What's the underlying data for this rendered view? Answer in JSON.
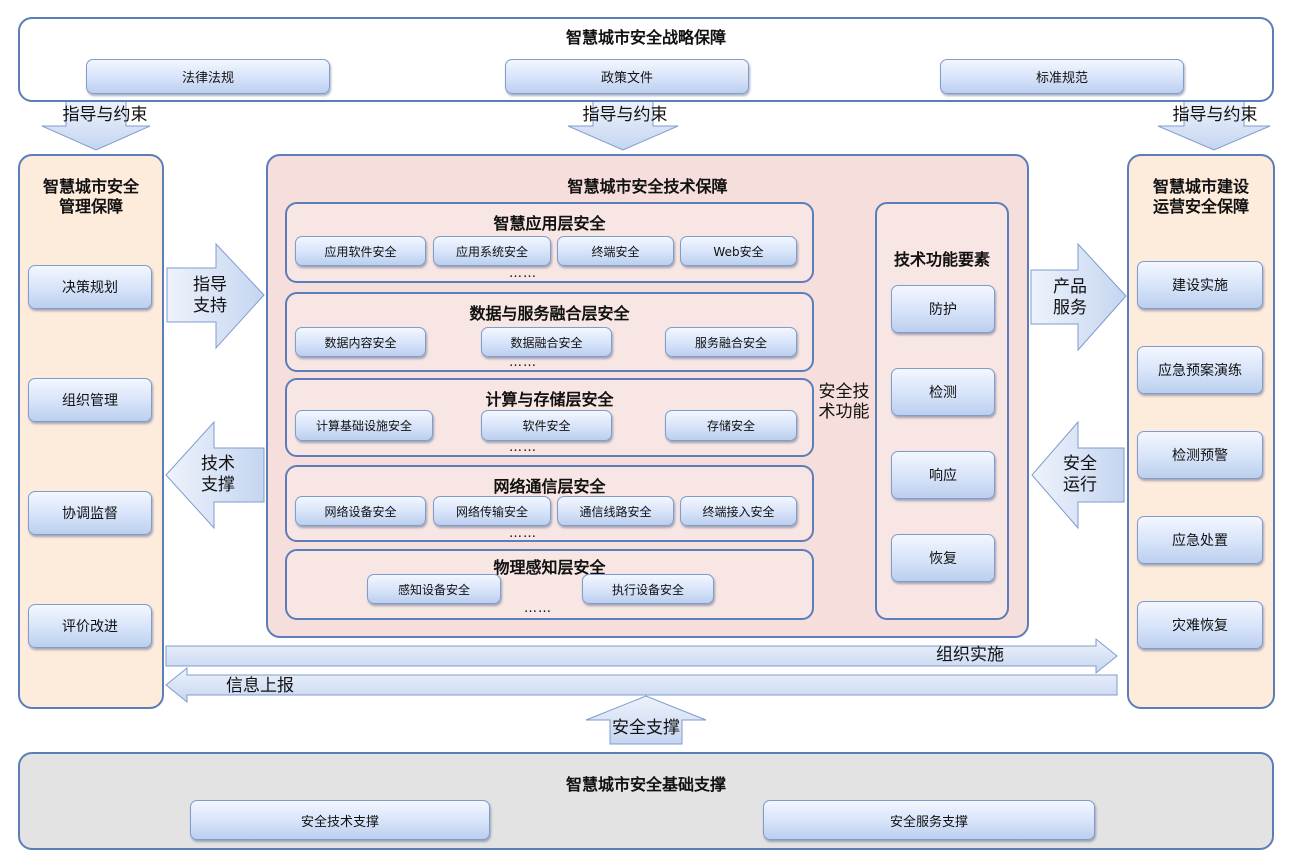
{
  "strategy": {
    "title": "智慧城市安全战略保障",
    "items": [
      "法律法规",
      "政策文件",
      "标准规范"
    ]
  },
  "guide_labels": [
    "指导与约束",
    "指导与约束",
    "指导与约束"
  ],
  "management": {
    "title_line1": "智慧城市安全",
    "title_line2": "管理保障",
    "items": [
      "决策规划",
      "组织管理",
      "协调监督",
      "评价改进"
    ]
  },
  "technical": {
    "title": "智慧城市安全技术保障",
    "layers": [
      {
        "title": "智慧应用层安全",
        "items": [
          "应用软件安全",
          "应用系统安全",
          "终端安全",
          "Web安全"
        ],
        "more": "……"
      },
      {
        "title": "数据与服务融合层安全",
        "items": [
          "数据内容安全",
          "数据融合安全",
          "服务融合安全"
        ],
        "more": "……"
      },
      {
        "title": "计算与存储层安全",
        "items": [
          "计算基础设施安全",
          "软件安全",
          "存储安全"
        ],
        "more": "……"
      },
      {
        "title": "网络通信层安全",
        "items": [
          "网络设备安全",
          "网络传输安全",
          "通信线路安全",
          "终端接入安全"
        ],
        "more": "……"
      },
      {
        "title": "物理感知层安全",
        "items": [
          "感知设备安全",
          "执行设备安全"
        ],
        "more": "……"
      }
    ],
    "elements": {
      "title": "技术功能要素",
      "items": [
        "防护",
        "检测",
        "响应",
        "恢复"
      ]
    }
  },
  "operation": {
    "title_line1": "智慧城市建设",
    "title_line2": "运营安全保障",
    "items": [
      "建设实施",
      "应急预案演练",
      "检测预警",
      "应急处置",
      "灾难恢复"
    ]
  },
  "arrows": {
    "guide_support": [
      "指导",
      "支持"
    ],
    "tech_support": [
      "技术",
      "支撑"
    ],
    "security_function": [
      "安全技",
      "术功能"
    ],
    "product_service": [
      "产品",
      "服务"
    ],
    "secure_operation": [
      "安全",
      "运行"
    ],
    "organize": "组织实施",
    "report": "信息上报",
    "security_support": "安全支撑"
  },
  "foundation": {
    "title": "智慧城市安全基础支撑",
    "items": [
      "安全技术支撑",
      "安全服务支撑"
    ]
  },
  "colors": {
    "frame_border": "#5b7db8",
    "side_fill": "#fdebdc",
    "tech_fill": "#f5dedb",
    "layer_fill": "#f7e6e3",
    "foundation_fill": "#e3e3e3",
    "button_fill": "#d6e3f9",
    "arrow_fill": "#dbe6f8"
  }
}
